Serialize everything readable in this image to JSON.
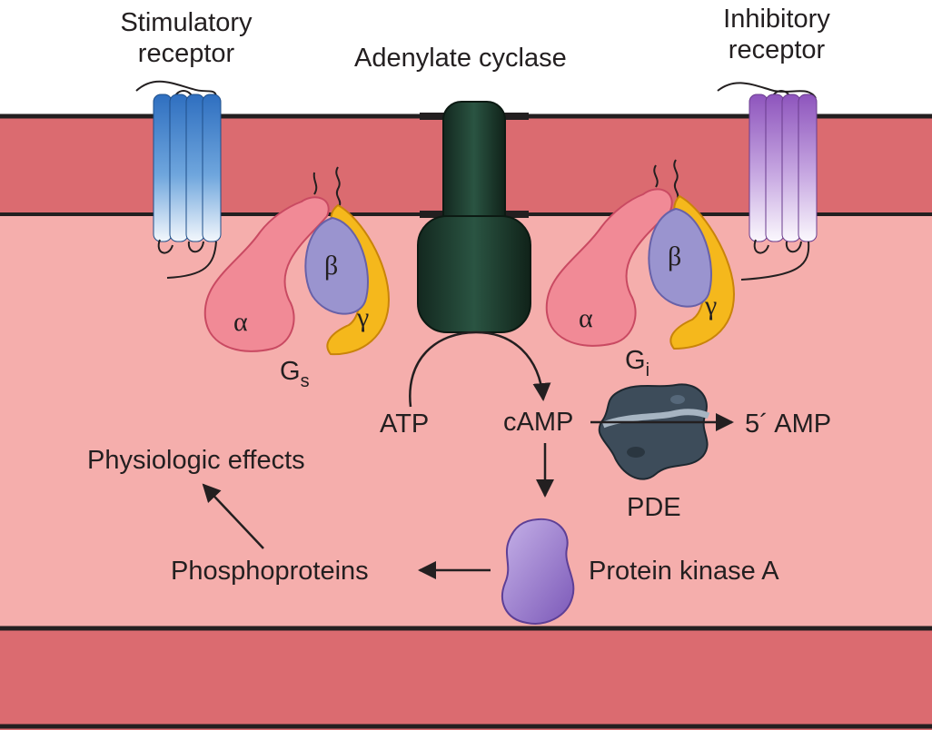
{
  "colors": {
    "membrane_band": "#db6b70",
    "cytoplasm": "#f5aeac",
    "alpha_subunit": "#f18a96",
    "beta_subunit": "#9a94cf",
    "gamma_subunit": "#f5b81c",
    "adenylate_cyclase": "#1c3a2c",
    "stimulatory_receptor": "#3a7fc7",
    "inhibitory_receptor": "#9a63c6",
    "protein_kinase_a": "#9b7bcc",
    "pde": "#3d4c5a"
  },
  "labels": {
    "stimulatory_receptor_line1": "Stimulatory",
    "stimulatory_receptor_line2": "receptor",
    "adenylate_cyclase": "Adenylate cyclase",
    "inhibitory_receptor_line1": "Inhibitory",
    "inhibitory_receptor_line2": "receptor",
    "gs_base": "G",
    "gs_sub": "s",
    "gi_base": "G",
    "gi_sub": "i",
    "alpha": "α",
    "beta": "β",
    "gamma": "γ",
    "atp": "ATP",
    "camp": "cAMP",
    "five_amp": "5´ AMP",
    "pde": "PDE",
    "physiologic_effects": "Physiologic effects",
    "phosphoproteins": "Phosphoproteins",
    "protein_kinase_a": "Protein kinase A"
  }
}
